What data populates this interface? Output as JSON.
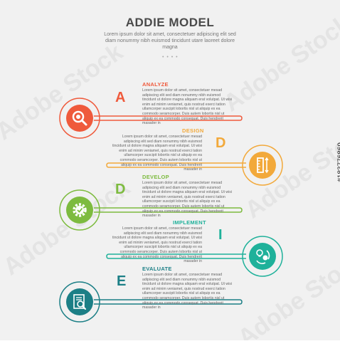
{
  "header": {
    "title": "ADDIE MODEL",
    "subtitle": "Lorem ipsum dolor sit amet, consectetuer adipiscing elit sed diam nonummy nibh euismod tincidunt utare laoreet dolore magna",
    "dots": "• • • •"
  },
  "watermark": "Adobe Stock",
  "stock_id": "#183776869",
  "body_text": "Lorem ipsum dolor sit amet, consectetuer mesad adipiscing elit sed diam nonummy nibh euismod tincidunt ut dolore magna aliquam erat volutpat. Ut wisi enim ad minim veniamet, quis nostrud exerci tation ullamcorper suscipit lobortis nisl ut aliquip ex ea commodo seramcorper. Duis autem lobortis nisl ut aliquip ex ea commodo consequat. Duis hendrerit masader in",
  "steps": [
    {
      "heading": "ANALYZE",
      "letter": "A",
      "icon": "magnifier-icon",
      "color": "#ef5a3c"
    },
    {
      "heading": "DESIGN",
      "letter": "D",
      "icon": "ruler-icon",
      "color": "#f2a93b"
    },
    {
      "heading": "DEVELOP",
      "letter": "D",
      "icon": "gear-check-icon",
      "color": "#7dbb3f"
    },
    {
      "heading": "IMPLEMENT",
      "letter": "I",
      "icon": "bulb-cycle-icon",
      "color": "#1fb19a"
    },
    {
      "heading": "EVALUATE",
      "letter": "E",
      "icon": "document-search-icon",
      "color": "#1c7f86"
    }
  ]
}
